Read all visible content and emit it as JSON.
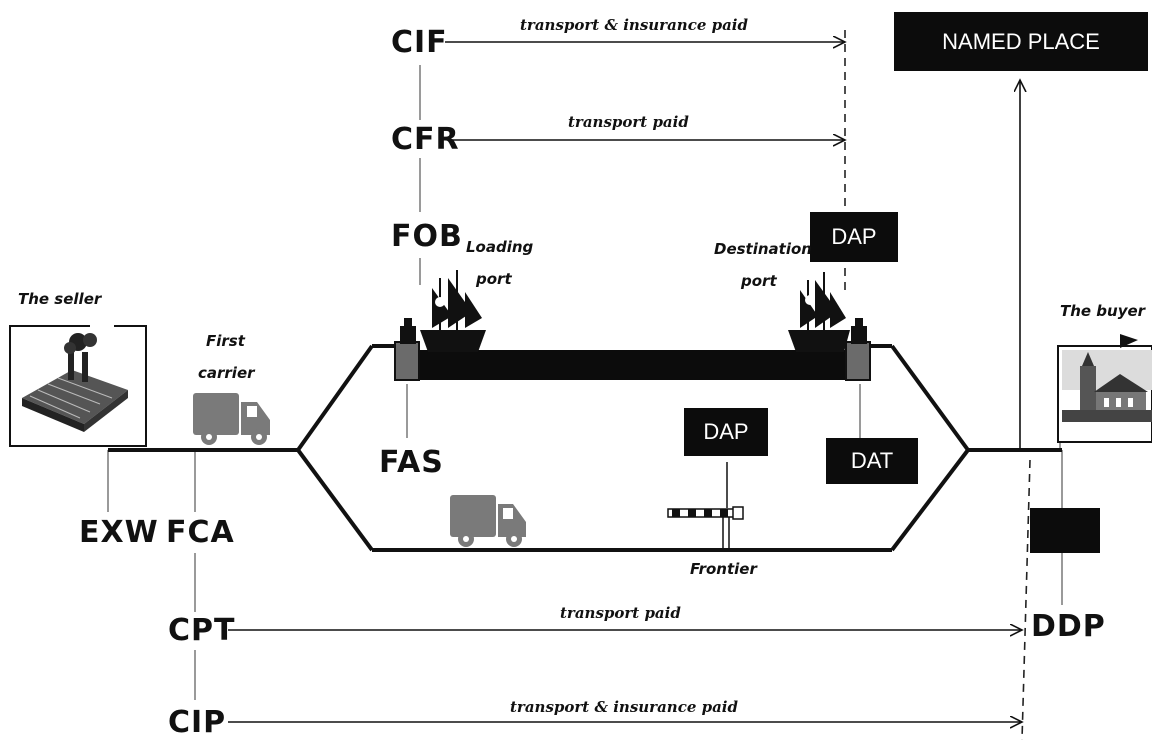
{
  "terms": {
    "cif": "CIF",
    "cfr": "CFR",
    "fob": "FOB",
    "fas": "FAS",
    "exw": "EXW",
    "fca": "FCA",
    "cpt": "CPT",
    "cip": "CIP",
    "ddp": "DDP"
  },
  "boxes": {
    "named_place": "NAMED PLACE",
    "dap_port": "DAP",
    "dap_frontier": "DAP",
    "dat": "DAT",
    "ddp_box": ""
  },
  "arrows": {
    "cif_label": "transport & insurance paid",
    "cfr_label": "transport paid",
    "cpt_label": "transport paid",
    "cip_label": "transport & insurance paid"
  },
  "labels": {
    "seller": "The seller",
    "first_carrier_line1": "First",
    "first_carrier_line2": "carrier",
    "loading_port_line1": "Loading",
    "loading_port_line2": "port",
    "destination_port_line1": "Destination",
    "destination_port_line2": "port",
    "buyer": "The buyer",
    "frontier": "Frontier"
  },
  "icons": [
    "factory-icon",
    "truck-icon",
    "ship-icon",
    "crane-icon",
    "barrier-icon",
    "church-icon"
  ],
  "colors": {
    "ink": "#111111",
    "box": "#0c0c0c",
    "truck": "#7a7a7a",
    "quay": "#6b6b6b"
  }
}
